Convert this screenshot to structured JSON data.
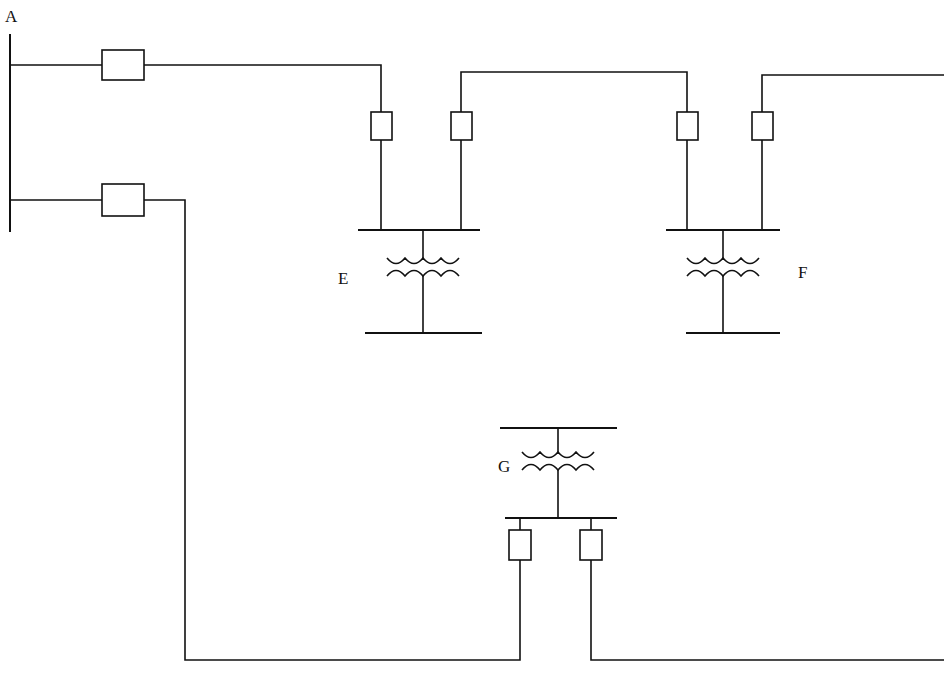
{
  "diagram": {
    "labels": [
      "A",
      "E",
      "F",
      "G"
    ]
  }
}
